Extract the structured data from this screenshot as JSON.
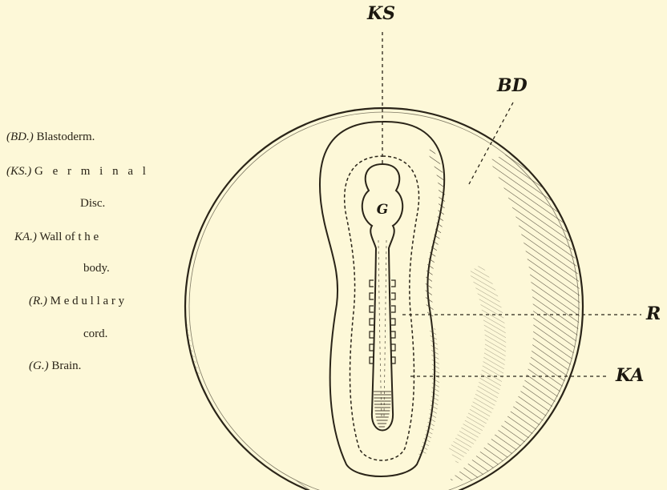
{
  "legend": {
    "bd_code": "(BD.)",
    "bd_text": "Blastoderm.",
    "ks_code": "(KS.)",
    "ks_text_1": "G e r m i n a l",
    "ks_text_2": "Disc.",
    "ka_code": "KA.)",
    "ka_text_1": "Wall of t h e",
    "ka_text_2": "body.",
    "r_code": "(R.)",
    "r_text_1": "M e d u l l a r y",
    "r_text_2": "cord.",
    "g_code": "(G.)",
    "g_text": "Brain."
  },
  "callouts": {
    "ks": "KS",
    "bd": "BD",
    "r": "R",
    "ka": "KA",
    "g": "G"
  },
  "colors": {
    "paper": "#fdf8d8",
    "ink": "#2a2418"
  }
}
